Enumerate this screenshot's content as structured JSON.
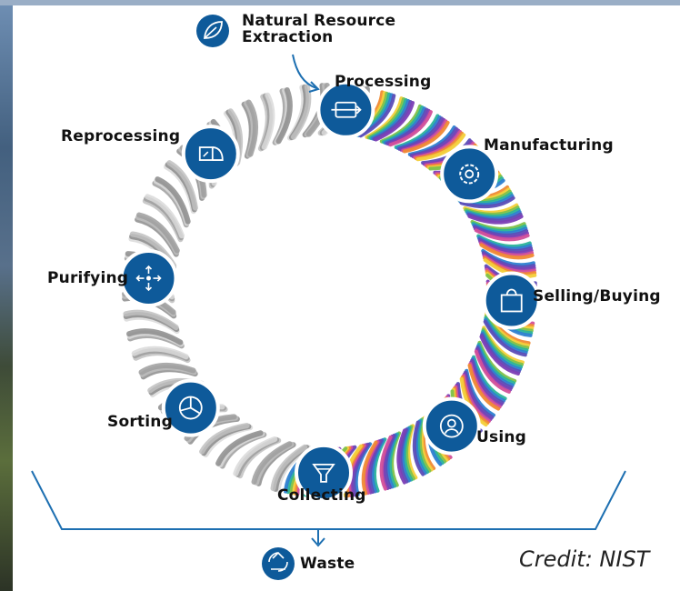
{
  "diagram": {
    "top_label": [
      "Natural Resource",
      "Extraction"
    ],
    "stages": [
      {
        "label": "Processing",
        "icon": "processing-icon"
      },
      {
        "label": "Manufacturing",
        "icon": "gear-icon"
      },
      {
        "label": "Selling/Buying",
        "icon": "shopping-bag-icon"
      },
      {
        "label": "Using",
        "icon": "user-icon"
      },
      {
        "label": "Collecting",
        "icon": "funnel-icon"
      },
      {
        "label": "Sorting",
        "icon": "pie-icon"
      },
      {
        "label": "Purifying",
        "icon": "arrows-out-icon"
      },
      {
        "label": "Reprocessing",
        "icon": "reprocess-icon"
      }
    ],
    "bottom_label": "Waste",
    "credit": "Credit: NIST",
    "colors": {
      "node": "#0e5a9a",
      "node_border": "#ffffff",
      "line": "#1d6fb1",
      "rope_colors": [
        "#7b3fb5",
        "#d24f9a",
        "#f08a34",
        "#f3cf3a",
        "#7ec14a",
        "#2bb39a",
        "#2d7fd0",
        "#5b4db7"
      ],
      "rope_gray": [
        "#bfbfbf",
        "#9e9e9e",
        "#d9d9d9",
        "#8c8c8c"
      ]
    }
  }
}
